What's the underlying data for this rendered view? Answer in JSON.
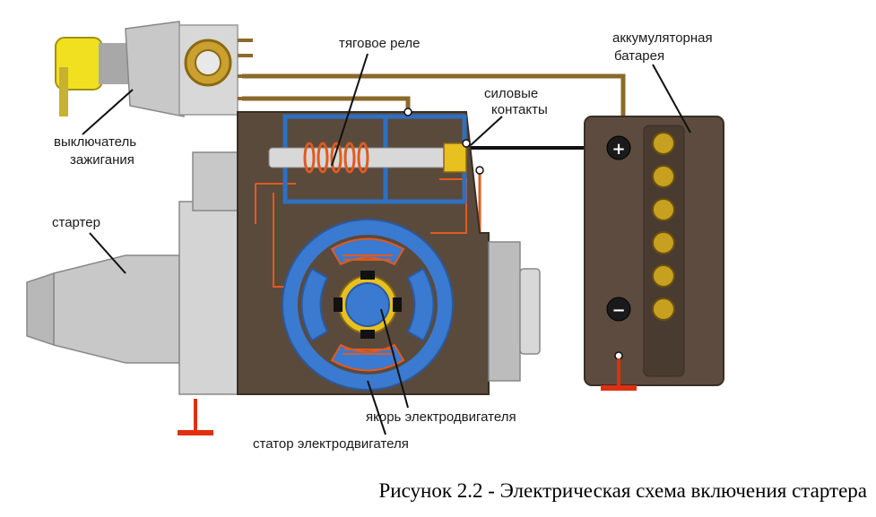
{
  "labels": {
    "ignition_switch": [
      "выключатель",
      "зажигания"
    ],
    "traction_relay": "тяговое реле",
    "power_contacts": [
      "силовые",
      "контакты"
    ],
    "battery": [
      "аккумуляторная",
      "батарея"
    ],
    "starter": "стартер",
    "armature": "якорь электродвигателя",
    "stator": "статор электродвигателя"
  },
  "battery_terminals": {
    "plus": "+",
    "minus": "−"
  },
  "caption": "Рисунок 2.2 - Электрическая схема включения стартера",
  "colors": {
    "housing_dark": "#5a4a3c",
    "housing_light": "#d4d4d4",
    "wire_brown": "#8a6a2a",
    "wire_orange": "#e05a20",
    "relay_blue": "#2f6fc0",
    "stator_blue": "#3a7ad0",
    "battery_body": "#5c4b3e",
    "cell_gold": "#c8a020",
    "ground_red": "#e03010",
    "key_yellow": "#f0e020"
  }
}
